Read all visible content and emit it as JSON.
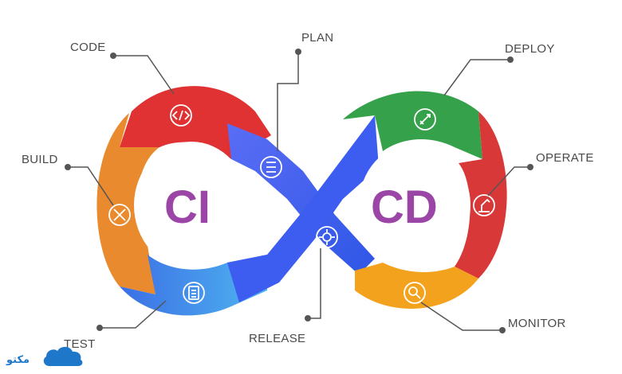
{
  "diagram": {
    "ci_label": "CI",
    "cd_label": "CD",
    "stages": {
      "code": "CODE",
      "plan": "PLAN",
      "deploy": "DEPLOY",
      "build": "BUILD",
      "operate": "OPERATE",
      "test": "TEST",
      "release": "RELEASE",
      "monitor": "MONITOR"
    }
  },
  "watermark": {
    "text": "مکتو"
  },
  "colors": {
    "code": "#e03232",
    "build": "#ea8a2e",
    "test": "#3d88e8",
    "plan": "#3f5cf2",
    "release": "#3d5cf0",
    "deploy": "#35a24b",
    "operate": "#d93838",
    "monitor": "#f3a21d",
    "ci_text": "#9b45a6",
    "cd_text": "#9b45a6",
    "connector": "#555555",
    "brand": "#1e77c9"
  }
}
